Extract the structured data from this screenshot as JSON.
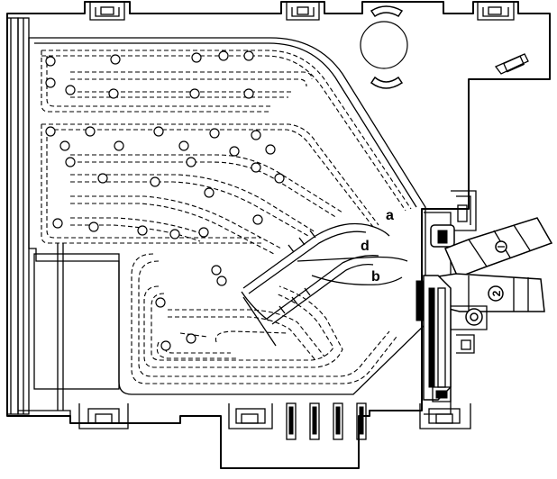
{
  "labels": {
    "a": "a",
    "b": "b",
    "d": "d"
  },
  "connector_label": "2"
}
